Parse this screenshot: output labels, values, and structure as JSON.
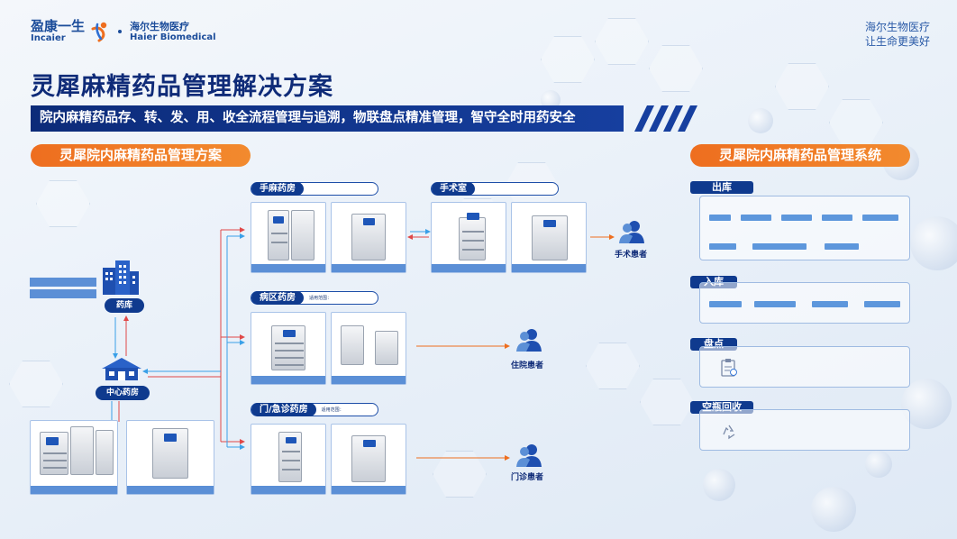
{
  "brand": {
    "logo_cn": "盈康一生",
    "logo_en": "Incaier",
    "partner_cn": "海尔生物医疗",
    "partner_en": "Haier Biomedical",
    "tagline_line1": "海尔生物医疗",
    "tagline_line2": "让生命更美好"
  },
  "title": "灵犀麻精药品管理解决方案",
  "banner": "院内麻精药品存、转、发、用、收全流程管理与追溯，物联盘点精准管理，智守全时用药安全",
  "left_pill": "灵犀院内麻精药品管理方案",
  "right_pill": "灵犀院内麻精药品管理系统",
  "left_nodes": {
    "warehouse": "药库",
    "central": "中心药房"
  },
  "pharmacies": {
    "surgery": {
      "name": "手麻药房"
    },
    "ward": {
      "name": "病区药房",
      "scope_line1": "适用范围："
    },
    "outpatient": {
      "name": "门/急诊药房",
      "scope_line1": "适用范围："
    }
  },
  "operating_room": {
    "name": "手术室"
  },
  "patients": {
    "surgery": {
      "name": "手术患者"
    },
    "inpatient": {
      "name": "住院患者"
    },
    "outpatient": {
      "name": "门诊患者"
    }
  },
  "system": {
    "out": {
      "label": "出库"
    },
    "in": {
      "label": "入库"
    },
    "inventory": {
      "label": "盘点"
    },
    "recycle": {
      "label": "空瓶回收"
    }
  },
  "colors": {
    "navy": "#0f2b78",
    "orange": "#ee6e1f",
    "accent_blue": "#5b8fd6"
  }
}
